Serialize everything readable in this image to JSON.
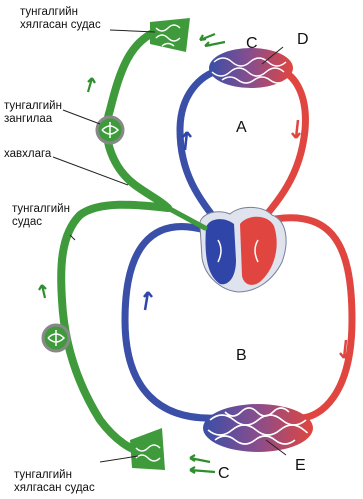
{
  "labels": {
    "lymph_capillaries_top": [
      "тунгалгийн",
      "хялгасан судас"
    ],
    "lymph_node": [
      "тунгалгийн",
      "зангилаа"
    ],
    "valve": "хавхлага",
    "lymph_vessel": [
      "тунгалгийн",
      "судас"
    ],
    "lymph_capillaries_bottom": [
      "тунгалгийн",
      "хялгасан судас"
    ]
  },
  "markers": {
    "A": "A",
    "B": "B",
    "C_top": "C",
    "C_bottom": "C",
    "D": "D",
    "E": "E"
  },
  "colors": {
    "lymph": "#3f9a3c",
    "vein": "#3a4fa8",
    "artery": "#e0463f",
    "capillary_mix": "#7a4f8f",
    "arrow_green": "#2f8f2f"
  }
}
